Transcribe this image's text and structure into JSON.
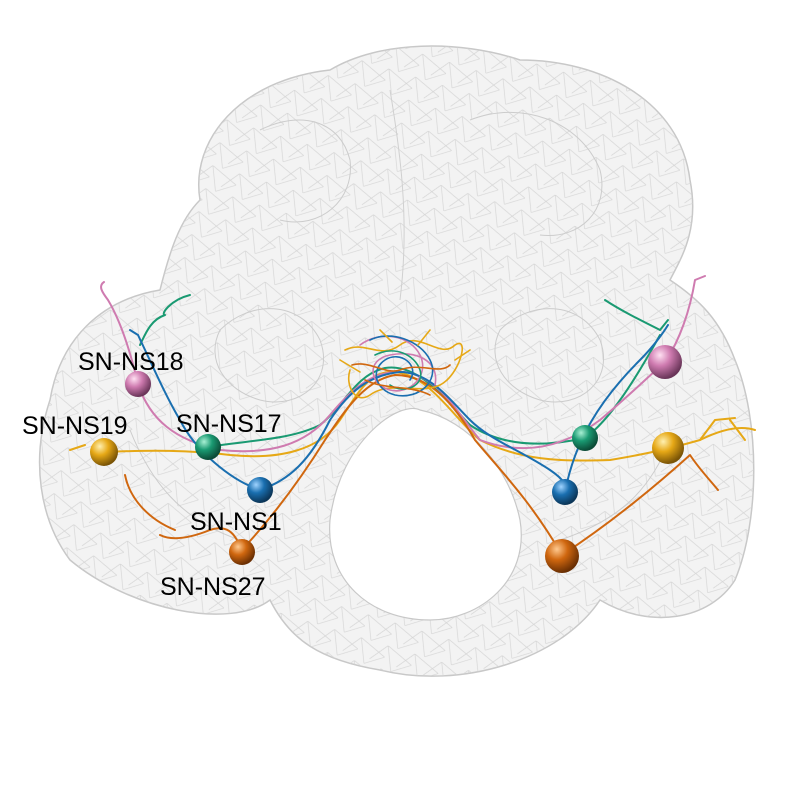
{
  "labels": {
    "ns18": "SN-NS18",
    "ns19": "SN-NS19",
    "ns17": "SN-NS17",
    "ns1": "SN-NS1",
    "ns27": "SN-NS27"
  },
  "neurons": [
    {
      "id": "ns1",
      "color": "#1a6fb0"
    },
    {
      "id": "ns17",
      "color": "#1a9a72"
    },
    {
      "id": "ns18",
      "color": "#cf7bb0"
    },
    {
      "id": "ns19",
      "color": "#e6a816"
    },
    {
      "id": "ns27",
      "color": "#d0670f"
    }
  ],
  "mesh_color": "#f1f1f1",
  "mesh_edge_color": "#c8c8c8"
}
